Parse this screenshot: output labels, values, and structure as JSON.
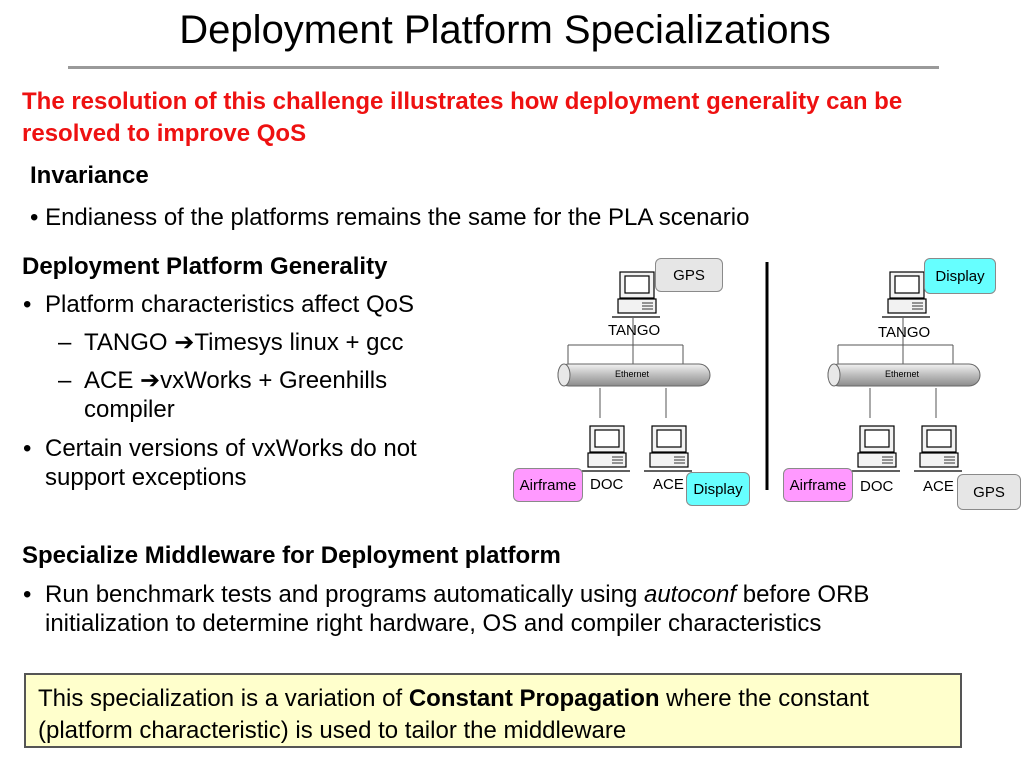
{
  "title": "Deployment Platform Specializations",
  "intro": "The resolution of this challenge illustrates how deployment generality can be resolved to improve QoS",
  "invariance": {
    "heading": "Invariance",
    "bullet": "Endianess of the platforms remains the same for the PLA scenario"
  },
  "generality": {
    "heading": "Deployment Platform Generality",
    "bullets": [
      "Platform characteristics affect QoS",
      "Certain versions of vxWorks do not support exceptions"
    ],
    "sub": [
      {
        "a": "TANGO ",
        "b": "Timesys linux + gcc"
      },
      {
        "a": "ACE ",
        "b": "vxWorks + Greenhills compiler"
      }
    ],
    "arrow": "➔"
  },
  "specialize": {
    "heading": "Specialize Middleware for Deployment platform",
    "bullet_pre": "Run benchmark tests and programs automatically using ",
    "bullet_em": "autoconf",
    "bullet_post": " before ORB initialization to determine right hardware, OS and compiler characteristics"
  },
  "note": {
    "pre": "This specialization is a variation of ",
    "strong": "Constant Propagation",
    "post": " where the constant (platform characteristic) is used to tailor the middleware"
  },
  "diagrams": [
    {
      "gps": "GPS",
      "tango": "TANGO",
      "ethernet": "Ethernet",
      "airframe": "Airframe",
      "doc": "DOC",
      "ace": "ACE",
      "display": "Display"
    },
    {
      "display": "Display",
      "tango": "TANGO",
      "ethernet": "Ethernet",
      "airframe": "Airframe",
      "doc": "DOC",
      "ace": "ACE",
      "gps": "GPS"
    }
  ],
  "colors": {
    "intro": "#ee1111",
    "note_bg": "#ffffcc",
    "display": "#66ffff",
    "airframe": "#ff99ff",
    "gps": "#e6e6e6"
  },
  "icons": [
    "computer-icon",
    "ethernet-cable-icon"
  ]
}
